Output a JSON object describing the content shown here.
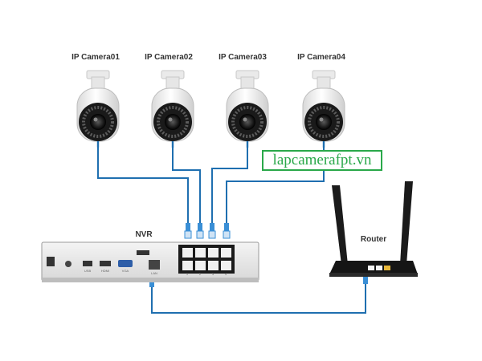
{
  "cameras": [
    {
      "label": "IP Camera01"
    },
    {
      "label": "IP Camera02"
    },
    {
      "label": "IP Camera03"
    },
    {
      "label": "IP Camera04"
    }
  ],
  "nvr": {
    "label": "NVR",
    "port_labels": [
      "USB",
      "HDMI",
      "VGA",
      "LAN"
    ],
    "poe_numbers": [
      "1",
      "2",
      "3",
      "4"
    ]
  },
  "router": {
    "label": "Router"
  },
  "watermark": {
    "text": "lapcamerafpt.vn"
  },
  "colors": {
    "cable": "#1f6fb0",
    "rj45": "#3a8fd6",
    "watermark": "#2aa84a",
    "device_dark": "#1b1b1b"
  }
}
